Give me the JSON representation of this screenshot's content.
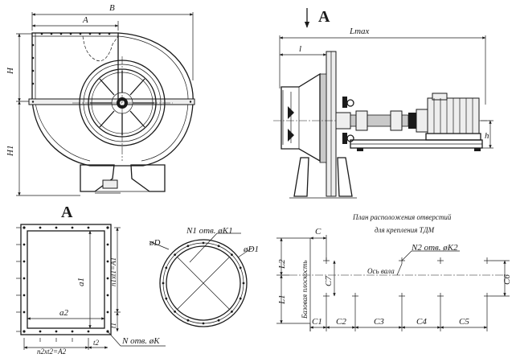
{
  "views": {
    "front": {
      "B": "B",
      "A": "A",
      "H": "H",
      "H1": "H1"
    },
    "side": {
      "view_letter": "A",
      "Lmax": "Lmax",
      "l": "l",
      "h": "h"
    },
    "flange": {
      "view_letter": "A",
      "a1": "a1",
      "a2": "a2",
      "n1xt1": "n1xt1=A1",
      "t1": "t1",
      "t2": "t2",
      "n2xt2": "n2xt2=A2",
      "holes": "N отв. øK"
    },
    "circle": {
      "D": "øD",
      "D1": "øD1",
      "holes": "N1 отв. øK1"
    },
    "plan": {
      "title_line1": "План расположения отверстий",
      "title_line2": "для крепления ТДМ",
      "C": "C",
      "holes": "N2 отв. øK2",
      "axis": "Ось вала",
      "base_plane": "Базовая плоскость",
      "L1": "L1",
      "L2": "L2",
      "C1": "C1",
      "C2": "C2",
      "C3": "C3",
      "C4": "C4",
      "C5": "C5",
      "C6": "C6",
      "C7": "C7"
    }
  }
}
